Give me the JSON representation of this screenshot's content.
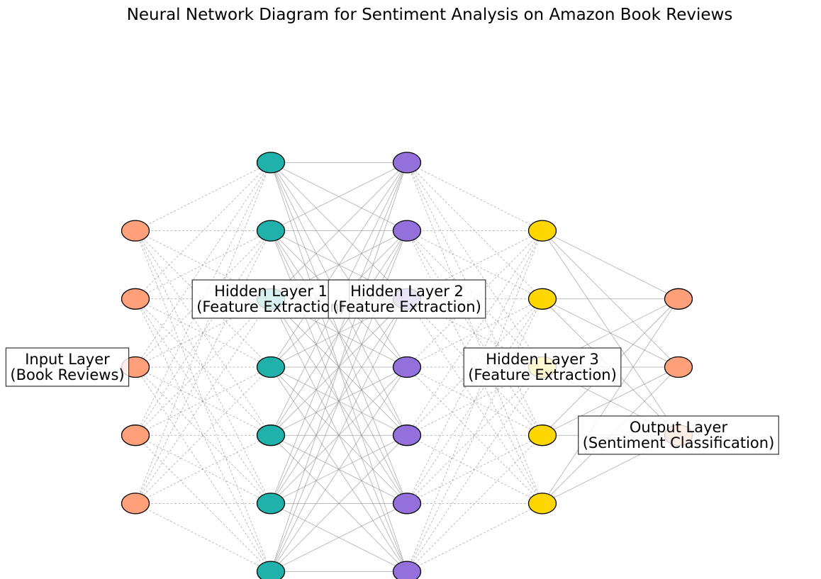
{
  "title": "Neural Network Diagram for Sentiment Analysis on Amazon Book Reviews",
  "layers": [
    {
      "id": "input",
      "nodes": 5,
      "color": "#FFA07A",
      "label_lines": [
        "Input Layer",
        "(Book Reviews)"
      ]
    },
    {
      "id": "hidden1",
      "nodes": 7,
      "color": "#20B2AA",
      "label_lines": [
        "Hidden Layer 1",
        "(Feature Extraction)"
      ]
    },
    {
      "id": "hidden2",
      "nodes": 7,
      "color": "#9370DB",
      "label_lines": [
        "Hidden Layer 2",
        "(Feature Extraction)"
      ]
    },
    {
      "id": "hidden3",
      "nodes": 5,
      "color": "#FFD700",
      "label_lines": [
        "Hidden Layer 3",
        "(Feature Extraction)"
      ]
    },
    {
      "id": "output",
      "nodes": 3,
      "color": "#FFA07A",
      "label_lines": [
        "Output Layer",
        "(Sentiment Classification)"
      ]
    }
  ],
  "connections": [
    {
      "from": "input",
      "to": "hidden1",
      "style": "dashed"
    },
    {
      "from": "hidden1",
      "to": "hidden2",
      "style": "solid"
    },
    {
      "from": "hidden2",
      "to": "hidden3",
      "style": "dashed"
    },
    {
      "from": "hidden3",
      "to": "output",
      "style": "solid"
    }
  ]
}
